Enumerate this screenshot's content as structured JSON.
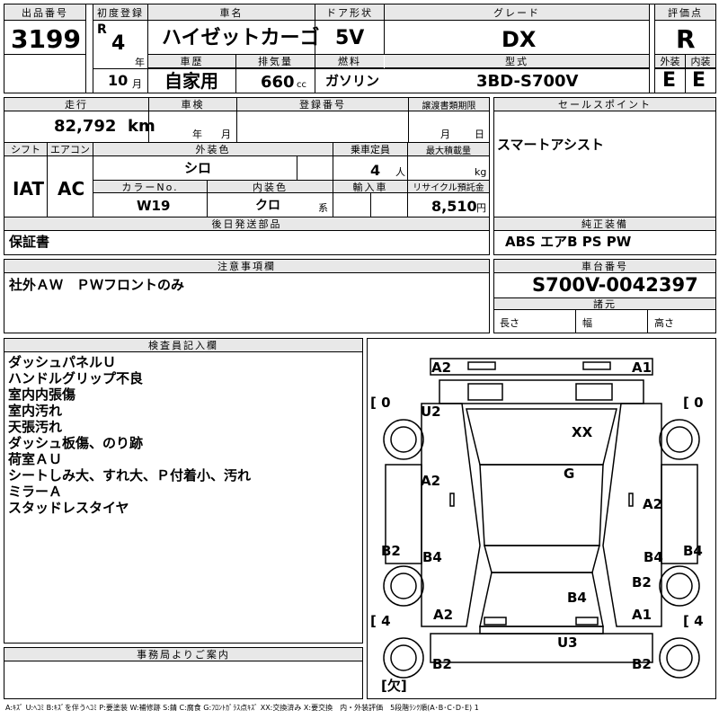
{
  "header": {
    "lot_label": "出品番号",
    "lot_number": "3199",
    "first_reg_label": "初度登録",
    "era": "R",
    "year": "4",
    "year_unit": "年",
    "month": "10",
    "month_unit": "月",
    "car_name_label": "車名",
    "car_name": "ハイゼットカーゴ",
    "door_label": "ドア形状",
    "door": "5V",
    "grade_label": "グレード",
    "grade": "DX",
    "score_label": "評価点",
    "score": "R",
    "history_label": "車歴",
    "history": "自家用",
    "displacement_label": "排気量",
    "displacement": "660",
    "displacement_unit": "cc",
    "fuel_label": "燃料",
    "fuel": "ガソリン",
    "model_label": "型式",
    "model": "3BD-S700V",
    "exterior_label": "外装",
    "exterior_grade": "E",
    "interior_label": "内装",
    "interior_grade": "E"
  },
  "info": {
    "mileage_label": "走行",
    "mileage": "82,792",
    "mileage_unit": "km",
    "inspection_label": "車検",
    "year_unit": "年",
    "month_unit": "月",
    "registration_label": "登録番号",
    "transfer_label": "譲渡書類期限",
    "month2": "月",
    "day": "日",
    "shift_label": "シフト",
    "shift": "IAT",
    "ac_label": "エアコン",
    "ac": "AC",
    "color_label": "外装色",
    "color": "シロ",
    "capacity_label": "乗車定員",
    "capacity": "4",
    "capacity_unit": "人",
    "load_label": "最大積載量",
    "load_unit": "kg",
    "color_no_label": "カラーNo.",
    "color_no": "W19",
    "interior_color_label": "内装色",
    "interior_color": "クロ",
    "interior_color_unit": "系",
    "import_label": "輸入車",
    "recycle_label": "リサイクル預託金",
    "recycle": "8,510",
    "recycle_unit": "円",
    "sales_point_label": "セールスポイント",
    "sales_point": "スマートアシスト",
    "later_parts_label": "後日発送部品",
    "later_parts": "保証書",
    "genuine_label": "純正装備",
    "genuine": "ABS エアB PS PW",
    "notes_label": "注意事項欄",
    "notes": "社外ＡＷ　ＰＷフロントのみ",
    "chassis_label": "車台番号",
    "chassis": "S700V-0042397",
    "specs_label": "諸元",
    "length_label": "長さ",
    "width_label": "幅",
    "height_label": "高さ"
  },
  "inspector": {
    "label": "検査員記入欄",
    "lines": [
      "ダッシュパネルＵ",
      "ハンドルグリップ不良",
      "室内内張傷",
      "室内汚れ",
      "天張汚れ",
      "ダッシュ板傷、のり跡",
      "荷室ＡＵ",
      "シートしみ大、すれ大、Ｐ付着小、汚れ",
      "ミラーＡ",
      "スタッドレスタイヤ"
    ]
  },
  "office": {
    "label": "事務局よりご案内"
  },
  "diagram": {
    "marks": [
      "A2",
      "A1",
      "U2",
      "XX",
      "G",
      "A2",
      "A2",
      "B2",
      "B4",
      "B4",
      "B4",
      "B4",
      "B2",
      "A2",
      "A1",
      "U3",
      "B2",
      "B2"
    ],
    "tread": [
      "0",
      "0",
      "4",
      "4"
    ],
    "missing": "欠"
  },
  "legend": "A:ｷｽﾞ U:ﾍｺﾐ B:ｷｽﾞを伴うﾍｺﾐ P:要塗装 W:補修跡 S:錆 C:腐食 G:ﾌﾛﾝﾄｶﾞﾗｽ点ｷｽﾞ XX:交換済み X:要交換　内・外装評価　5段階ﾗﾝｸ順(A･B･C･D･E) 1"
}
